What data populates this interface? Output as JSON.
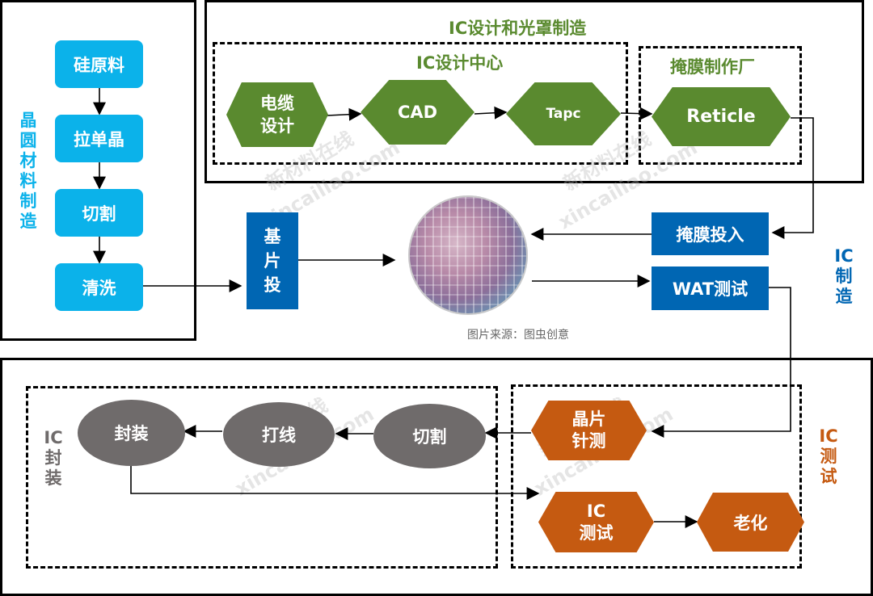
{
  "colors": {
    "blue": "#0bb2ea",
    "dark_blue": "#0066b3",
    "green": "#5a8a2f",
    "orange": "#c55a11",
    "gray": "#6f6b6b"
  },
  "wafer_section": {
    "label": "晶圆材料制造",
    "steps": [
      "硅原料",
      "拉单晶",
      "切割",
      "清洗"
    ]
  },
  "ic_design_section": {
    "title": "IC设计和光罩制造",
    "design_center": "IC设计中心",
    "mask_factory": "掩膜制作厂",
    "steps": [
      "电缆\n设计",
      "CAD",
      "Tapc",
      "Reticle"
    ]
  },
  "ic_manufacturing": {
    "label": "IC 制造",
    "substrate_input": "基片投",
    "mask_input": "掩膜投入",
    "wat_test": "WAT测试",
    "image_caption": "图片来源：图虫创意"
  },
  "ic_packaging": {
    "label": "IC 封装",
    "steps": [
      "封装",
      "打线",
      "切割"
    ]
  },
  "ic_testing": {
    "label": "IC 测试",
    "wafer_probe": "晶片\n针测",
    "ic_test": "IC\n测试",
    "burn_in": "老化"
  },
  "watermark": {
    "cn": "新材料在线",
    "en": "xincailiao.com"
  }
}
